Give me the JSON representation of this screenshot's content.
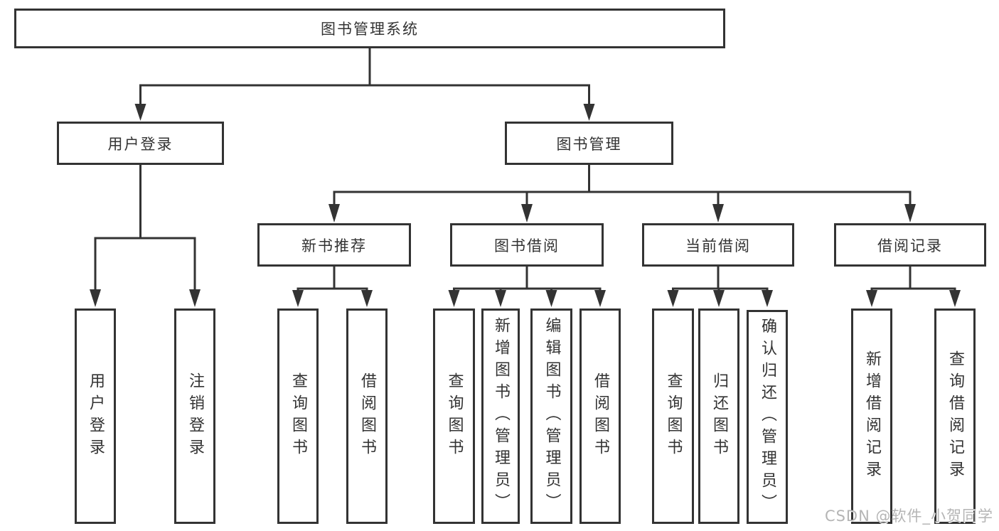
{
  "diagram_type": "hierarchy-diagram",
  "colors": {
    "line": "#333333",
    "border": "#333333",
    "text": "#333333",
    "background": "#ffffff",
    "watermark": "#b5b5b5"
  },
  "tree": {
    "root": {
      "label": "图书管理系统",
      "children": [
        {
          "label": "用户登录",
          "children": [
            {
              "label": "用户登录"
            },
            {
              "label": "注销登录"
            }
          ]
        },
        {
          "label": "图书管理",
          "children": [
            {
              "label": "新书推荐",
              "children": [
                {
                  "label": "查询图书"
                },
                {
                  "label": "借阅图书"
                }
              ]
            },
            {
              "label": "图书借阅",
              "children": [
                {
                  "label": "查询图书"
                },
                {
                  "label": "新增图书（管理员）"
                },
                {
                  "label": "编辑图书（管理员）"
                },
                {
                  "label": "借阅图书"
                }
              ]
            },
            {
              "label": "当前借阅",
              "children": [
                {
                  "label": "查询图书"
                },
                {
                  "label": "归还图书"
                },
                {
                  "label": "确认归还（管理员）"
                }
              ]
            },
            {
              "label": "借阅记录",
              "children": [
                {
                  "label": "新增借阅记录"
                },
                {
                  "label": "查询借阅记录"
                }
              ]
            }
          ]
        }
      ]
    }
  },
  "watermark": {
    "text": "CSDN @软件_小贺同学"
  }
}
